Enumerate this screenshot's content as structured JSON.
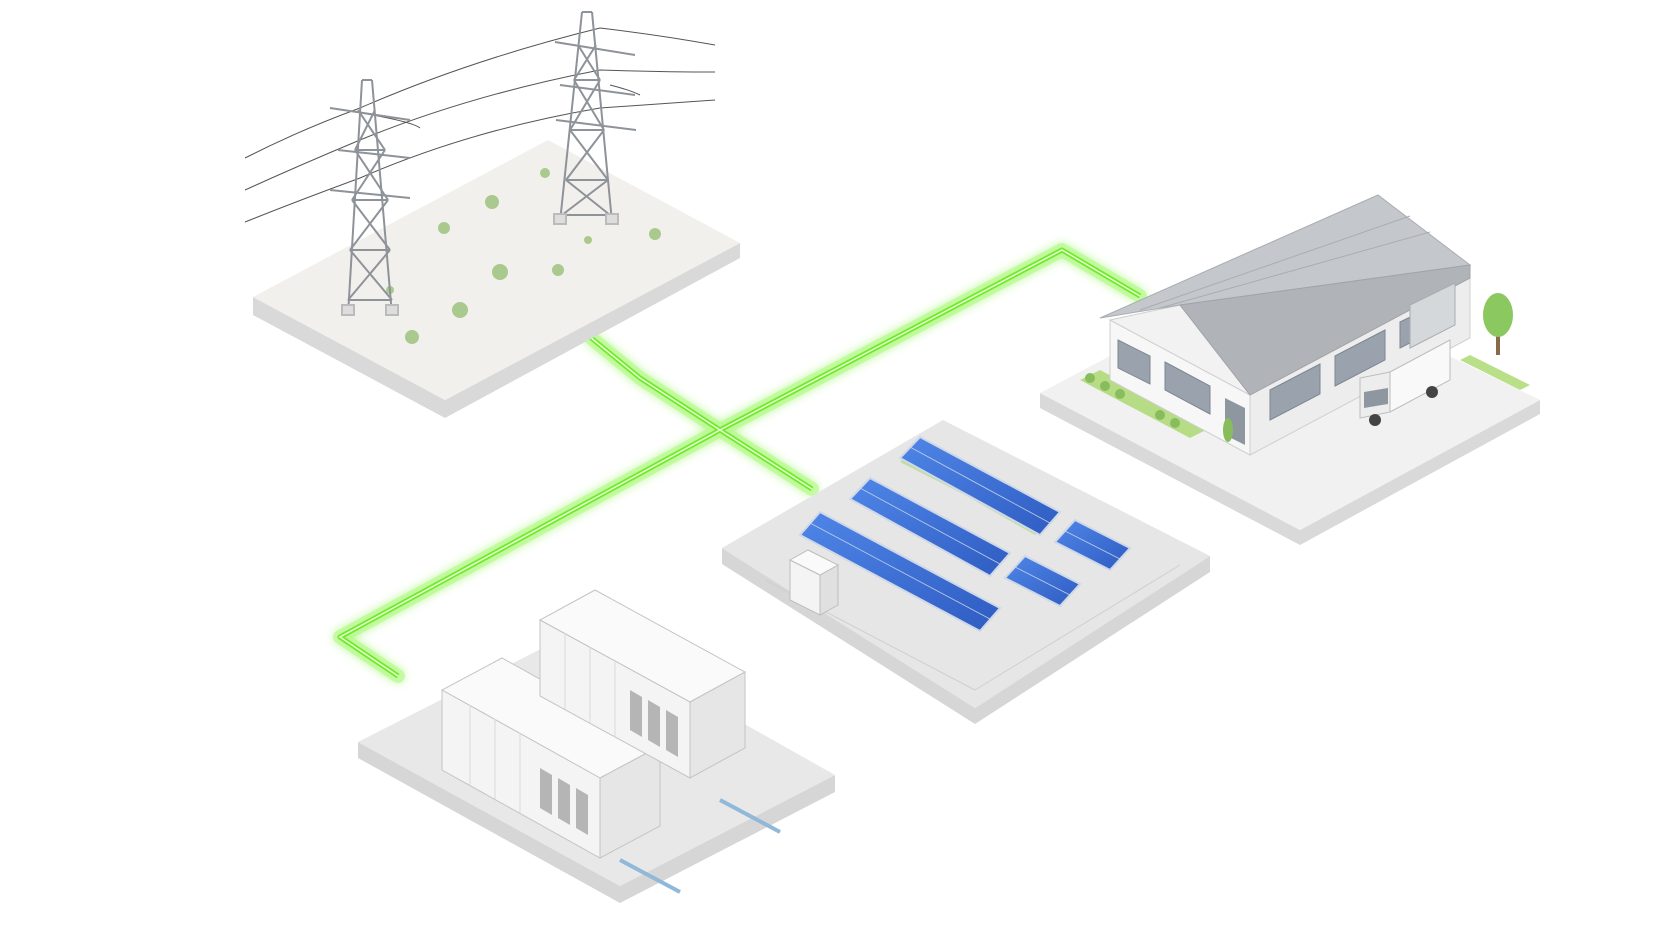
{
  "diagram": {
    "nodes": [
      {
        "id": "grid",
        "icon": "transmission-tower-icon"
      },
      {
        "id": "factory",
        "icon": "factory-building-icon"
      },
      {
        "id": "solar",
        "icon": "solar-panel-array-icon"
      },
      {
        "id": "storage",
        "icon": "battery-storage-container-icon"
      }
    ],
    "connection_color": "#7CF23A",
    "connection_glow": "#B9F98F",
    "colors": {
      "platform_top": "#F1F1F1",
      "platform_side": "#DADADA",
      "gravel": "#E4E4E4",
      "tower_steel": "#8E9299",
      "solar_panel": "#3C6FD6",
      "solar_frame": "#CFD8E8",
      "grass": "#A8D86A",
      "roof": "#B9BDC2",
      "wall": "#F7F7F7",
      "window": "#9AA3AD",
      "container": "#F4F4F4",
      "pipe": "#8FB8D9"
    }
  }
}
